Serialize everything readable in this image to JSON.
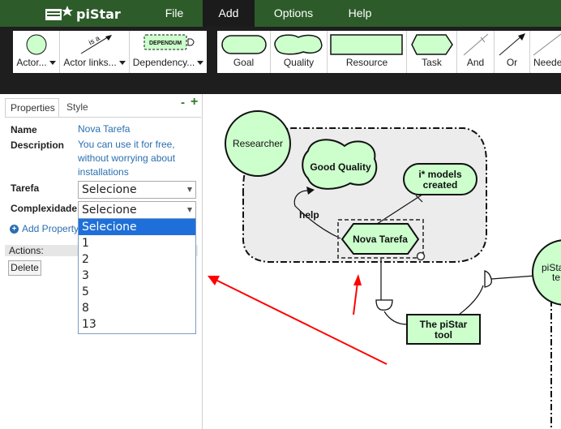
{
  "app": {
    "name": "piStar"
  },
  "menu": [
    {
      "id": "file",
      "label": "File",
      "active": false
    },
    {
      "id": "add",
      "label": "Add",
      "active": true
    },
    {
      "id": "options",
      "label": "Options",
      "active": false
    },
    {
      "id": "help",
      "label": "Help",
      "active": false
    }
  ],
  "toolbar": {
    "actor": {
      "label": "Actor..."
    },
    "actor_links": {
      "label": "Actor links...",
      "glyph": "is a"
    },
    "dependency": {
      "label": "Dependency...",
      "glyph": "DEPENDUM"
    },
    "goal": {
      "label": "Goal"
    },
    "quality": {
      "label": "Quality"
    },
    "resource": {
      "label": "Resource"
    },
    "task": {
      "label": "Task"
    },
    "and": {
      "label": "And"
    },
    "or": {
      "label": "Or"
    },
    "needed": {
      "label": "Neede"
    }
  },
  "sidebar": {
    "tabs": [
      {
        "label": "Properties",
        "active": true
      },
      {
        "label": "Style",
        "active": false
      }
    ],
    "collapse": "-",
    "expand": "+",
    "name_label": "Name",
    "name_value": "Nova Tarefa",
    "description_label": "Description",
    "description_value": "You can use it for free, without worrying about installations",
    "tarefa_label": "Tarefa",
    "tarefa_value": "Selecione",
    "complexidade_label": "Complexidade",
    "complexidade_value": "Selecione",
    "add_property": "Add Property",
    "actions_label": "Actions:",
    "delete_label": "Delete",
    "dropdown_options": [
      "Selecione",
      "1",
      "2",
      "3",
      "5",
      "8",
      "13"
    ],
    "dropdown_selected": "Selecione"
  },
  "diagram": {
    "actor_researcher": "Researcher",
    "actor_pistar": [
      "piSta",
      "te"
    ],
    "goal_quality": "Good Quality",
    "goal_models": [
      "i* models",
      "created"
    ],
    "task_nova": "Nova Tarefa",
    "resource_tool": [
      "The piStar",
      "tool"
    ],
    "link_help": "help"
  },
  "colors": {
    "menubar": "#2d5c2a",
    "toolbar_bg": "#1e1e1e",
    "element_fill": "#ccffcc",
    "selection_blue": "#1e6fd9",
    "link_blue": "#2a6fb0",
    "arrow_red": "#ff0000"
  }
}
